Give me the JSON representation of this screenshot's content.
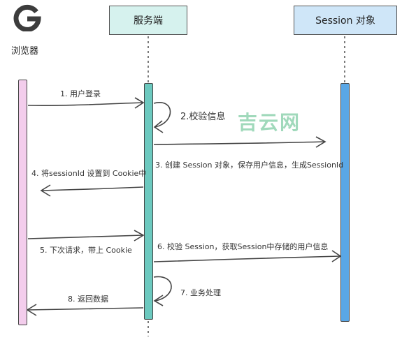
{
  "participants": {
    "browser": "浏览器",
    "server": "服务端",
    "session": "Session 对象"
  },
  "logo": {
    "letter": "G",
    "color": "#3c3c3c"
  },
  "watermark": "吉云网",
  "messages": {
    "m1": "1. 用户登录",
    "m2": "2.校验信息",
    "m3": "3. 创建 Session 对象，保存用户信息，生成SessionId",
    "m4": "4. 将sessionId 设置到 Cookie中",
    "m5": "5. 下次请求，带上 Cookie",
    "m6": "6. 校验 Session，获取Session中存储的用户信息",
    "m7": "7. 业务处理",
    "m8": "8. 返回数据"
  },
  "colors": {
    "browser_bar": "#f3cdec",
    "server_bar": "#6cc9bf",
    "session_bar": "#5aa7e6",
    "server_box": "#d6f2ee",
    "session_box": "#cfe6f8"
  }
}
